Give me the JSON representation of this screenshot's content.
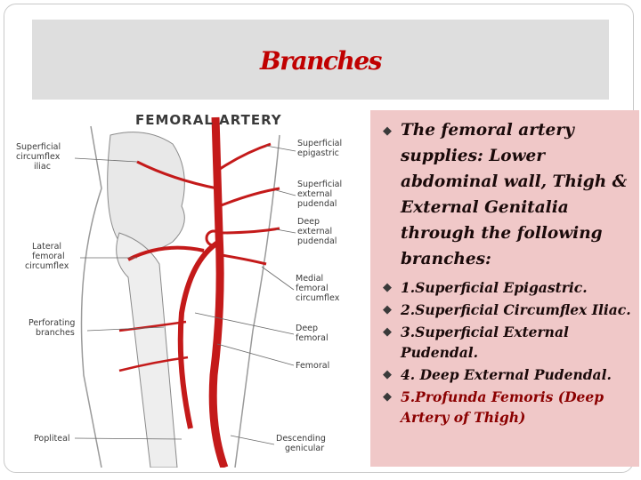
{
  "slide": {
    "title": "Branches",
    "intro": "The femoral artery supplies: Lower abdominal wall, Thigh & External Genitalia through the following branches:",
    "items": [
      "1.Superficial Epigastric.",
      "2.Superficial Circumflex Iliac.",
      "3.Superficial External Pudendal.",
      "4. Deep External Pudendal.",
      "5.Profunda Femoris (Deep Artery of Thigh)"
    ]
  },
  "diagram": {
    "title": "FEMORAL ARTERY",
    "labels": {
      "superficial_circumflex_iliac": [
        "Superficial",
        "circumflex",
        "iliac"
      ],
      "superficial_epigastric": [
        "Superficial",
        "epigastric"
      ],
      "superficial_external_pudendal": [
        "Superficial",
        "external",
        "pudendal"
      ],
      "deep_external_pudendal": [
        "Deep",
        "external",
        "pudendal"
      ],
      "lateral_femoral_circumflex": [
        "Lateral",
        "femoral",
        "circumflex"
      ],
      "medial_femoral_circumflex": [
        "Medial",
        "femoral",
        "circumflex"
      ],
      "perforating_branches": [
        "Perforating",
        "branches"
      ],
      "deep_femoral": [
        "Deep",
        "femoral"
      ],
      "femoral": [
        "Femoral"
      ],
      "popliteal": [
        "Popliteal"
      ],
      "descending_genicular": [
        "Descending",
        "genicular"
      ]
    }
  },
  "colors": {
    "title": "#c00000",
    "panel": "#f0c8c8",
    "artery": "#c41a1a",
    "bone": "#e8e8e8"
  },
  "icons": {
    "bullet": "wingding-bullet-icon"
  }
}
